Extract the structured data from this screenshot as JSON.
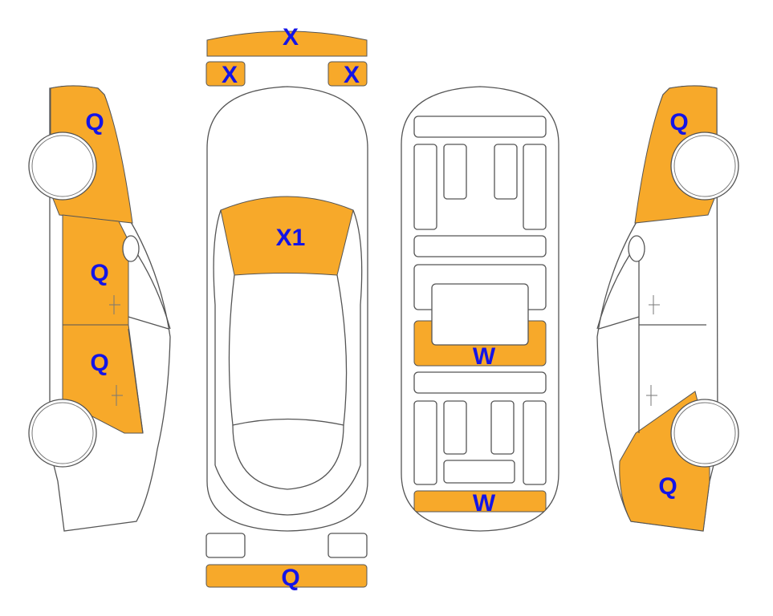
{
  "colors": {
    "damage": "#F7A92A",
    "label": "#1414E6",
    "outline": "#555555",
    "background": "#FFFFFF"
  },
  "labels": {
    "front_bumper_top": "X",
    "front_light_left": "X",
    "front_light_right": "X",
    "hood": "X1",
    "left_front_fender": "Q",
    "left_front_door": "Q",
    "left_rear_door": "Q",
    "interior_middle_seat": "W",
    "interior_trunk": "W",
    "right_front_fender": "Q",
    "right_rear_quarter": "Q",
    "rear_bumper": "Q"
  }
}
